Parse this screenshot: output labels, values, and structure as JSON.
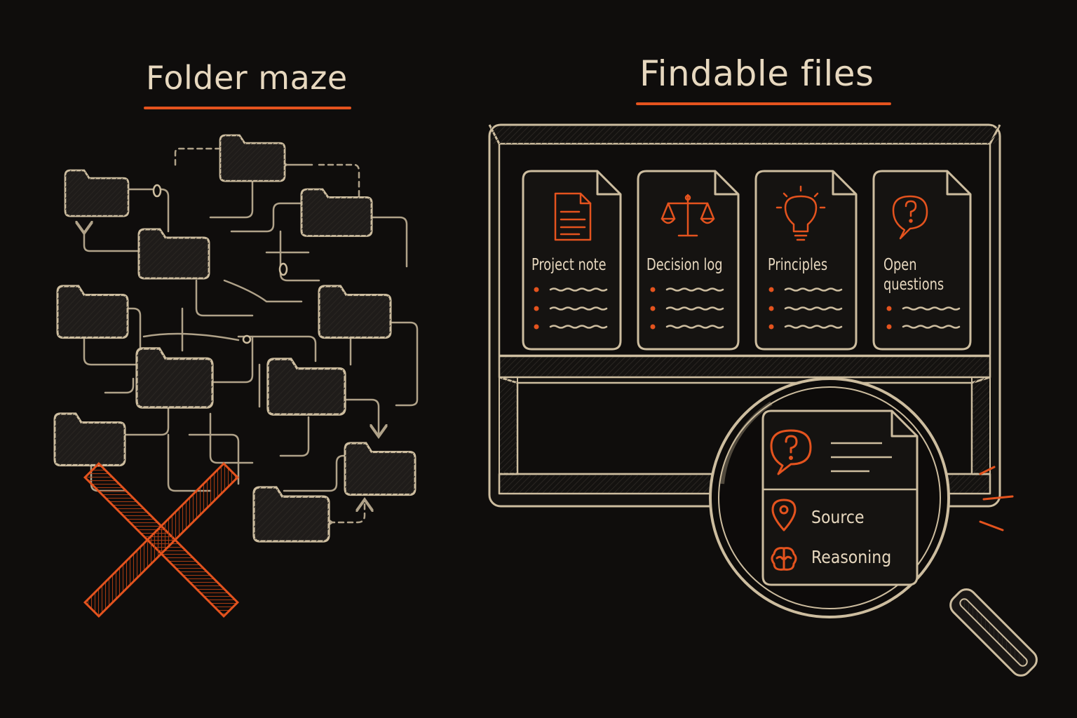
{
  "left_panel": {
    "title": "Folder maze",
    "accent_color": "#e4531e",
    "icons": [
      "folder-icon",
      "x-mark-icon"
    ]
  },
  "right_panel": {
    "title": "Findable files",
    "cards": [
      {
        "label": "Project note",
        "icon": "document-icon"
      },
      {
        "label": "Decision log",
        "icon": "scales-icon"
      },
      {
        "label": "Principles",
        "icon": "lightbulb-icon"
      },
      {
        "label": "Open questions",
        "icon": "question-bubble-icon"
      }
    ],
    "magnifier": {
      "icon": "question-bubble-icon",
      "fields": [
        {
          "label": "Source",
          "icon": "location-pin-icon"
        },
        {
          "label": "Reasoning",
          "icon": "brain-icon"
        }
      ]
    }
  },
  "colors": {
    "background": "#0f0d0c",
    "line": "#cdbd9f",
    "text": "#e7d8bf",
    "accent": "#e4531e"
  }
}
